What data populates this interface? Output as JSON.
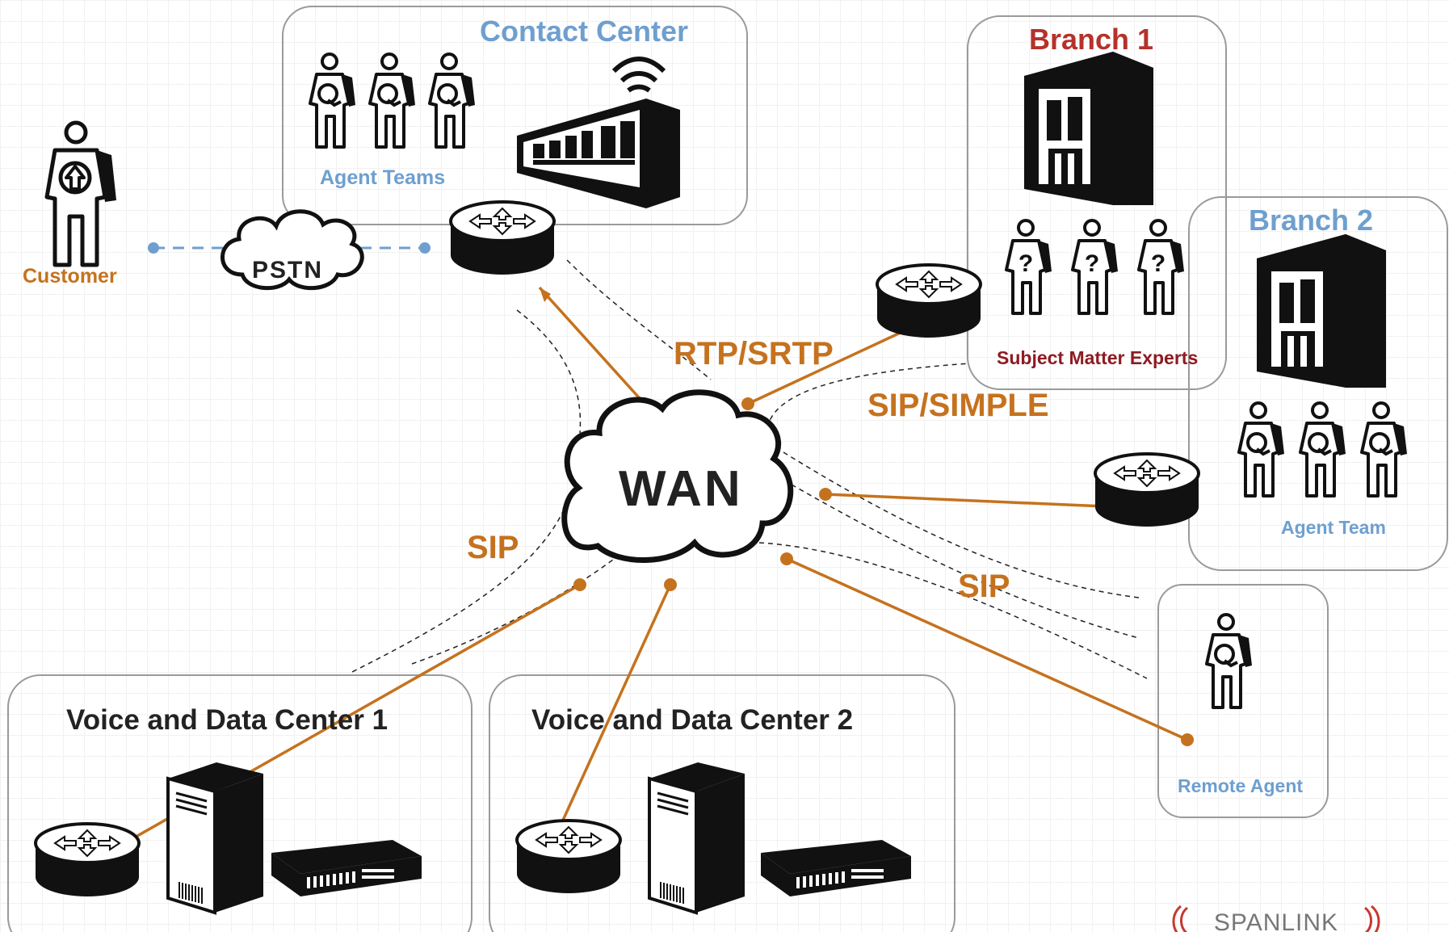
{
  "regions": {
    "contact_center": {
      "title": "Contact Center",
      "caption": "Agent Teams"
    },
    "branch1": {
      "title": "Branch 1",
      "caption": "Subject Matter Experts"
    },
    "branch2": {
      "title": "Branch 2",
      "caption": "Agent Team"
    },
    "remote_agent": {
      "caption": "Remote Agent"
    },
    "vdc1": {
      "title": "Voice and Data Center 1"
    },
    "vdc2": {
      "title": "Voice and Data Center 2"
    }
  },
  "nodes": {
    "customer": "Customer",
    "pstn": "PSTN",
    "wan": "WAN"
  },
  "protocols": {
    "rtp": "RTP/SRTP",
    "sip_simple": "SIP/SIMPLE",
    "sip_left": "SIP",
    "sip_right": "SIP"
  },
  "logo": "SPANLINK",
  "colors": {
    "blue": "#6e9fcf",
    "orange": "#c5721e",
    "red": "#b5322b",
    "dark_red": "#8e1b22",
    "dashed_blue": "#6e9fcf"
  },
  "icons": [
    "person-icon",
    "agent-icon",
    "expert-icon",
    "router-icon",
    "building-icon",
    "server-tower-icon",
    "switch-icon",
    "cloud-icon"
  ]
}
